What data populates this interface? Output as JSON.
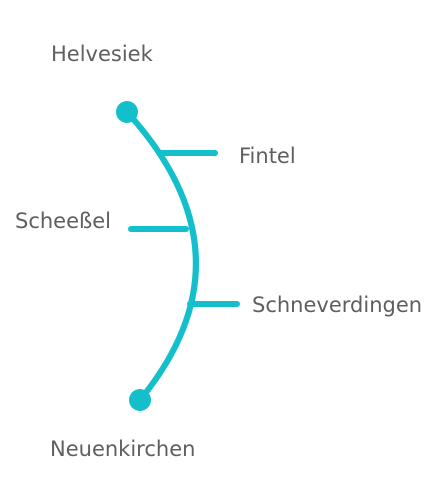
{
  "route": {
    "line_color": "#13bfcb",
    "label_color": "#5f5f5f",
    "start_stop": "Helvesiek",
    "end_stop": "Neuenkirchen",
    "intermediate_stops": [
      {
        "name": "Fintel",
        "side": "right"
      },
      {
        "name": "Scheeßel",
        "side": "left"
      },
      {
        "name": "Schneverdingen",
        "side": "right"
      }
    ]
  }
}
